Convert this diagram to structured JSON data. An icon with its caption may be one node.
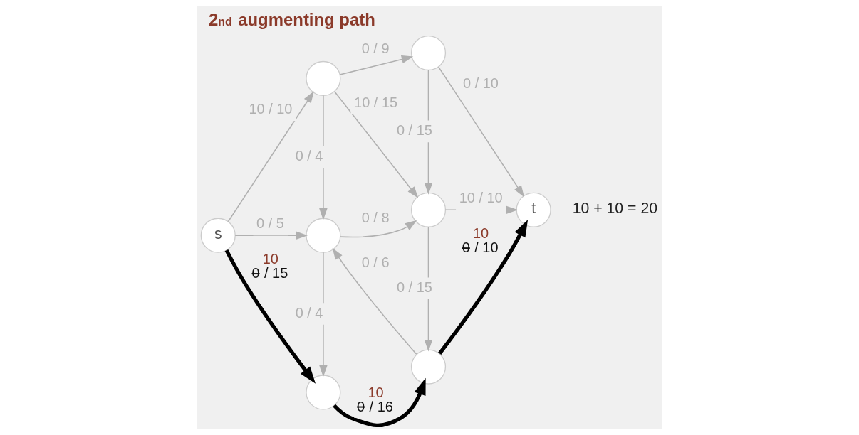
{
  "diagram": {
    "title": "2$^{nd}$ augmenting path",
    "nodes": [
      {
        "text": [
          "s"
        ]
      },
      {
        "text": [],
        "shape": "circle"
      },
      {
        "text": [],
        "shape": "circle"
      },
      {
        "text": [],
        "shape": "circle"
      },
      {
        "text": [],
        "shape": "circle"
      },
      {
        "text": [
          "t"
        ],
        "beside": [
          "10 + 10 = 20"
        ]
      },
      {
        "text": [],
        "shape": "circle"
      },
      {
        "text": [],
        "shape": "circle"
      }
    ],
    "edges": [
      {
        "from": 0,
        "to": 1,
        "arrow": "to",
        "label": "10 / 10"
      },
      {
        "from": 1,
        "to": 2,
        "arrow": "to",
        "label": "0 / 9"
      },
      {
        "from": 1,
        "to": 3,
        "arrow": "to",
        "label": "0 / 4"
      },
      {
        "from": 1,
        "to": 4,
        "arrow": "to",
        "label": "10 / 15"
      },
      {
        "from": 2,
        "to": 4,
        "arrow": "to",
        "label": "0 / 15"
      },
      {
        "from": 2,
        "to": 5,
        "arrow": "to",
        "label": "0 / 10"
      },
      {
        "from": 0,
        "to": 3,
        "arrow": "to",
        "label": "0 / 5"
      },
      {
        "from": 3,
        "to": 4,
        "arrow": "to",
        "label": "0 / 8"
      },
      {
        "from": 4,
        "to": 5,
        "arrow": "to",
        "label": "10 / 10"
      },
      {
        "from": 3,
        "to": 6,
        "arrow": "to",
        "label": "0 / 4"
      },
      {
        "from": 7,
        "to": 3,
        "arrow": "to",
        "label": "0 / 6"
      },
      {
        "from": 4,
        "to": 7,
        "arrow": "to",
        "label": "0 / 15"
      },
      {
        "from": 0,
        "to": 6,
        "arrow": "to",
        "label": "10 0 / 15",
        "style": "thick",
        "color": "#000000"
      },
      {
        "from": 6,
        "to": 7,
        "arrow": "to",
        "label": "10 0 / 16",
        "style": "thick",
        "color": "#000000"
      },
      {
        "from": 7,
        "to": 5,
        "arrow": "to",
        "label": "10 0 / 10",
        "style": "thick",
        "color": "#000000"
      }
    ]
  }
}
